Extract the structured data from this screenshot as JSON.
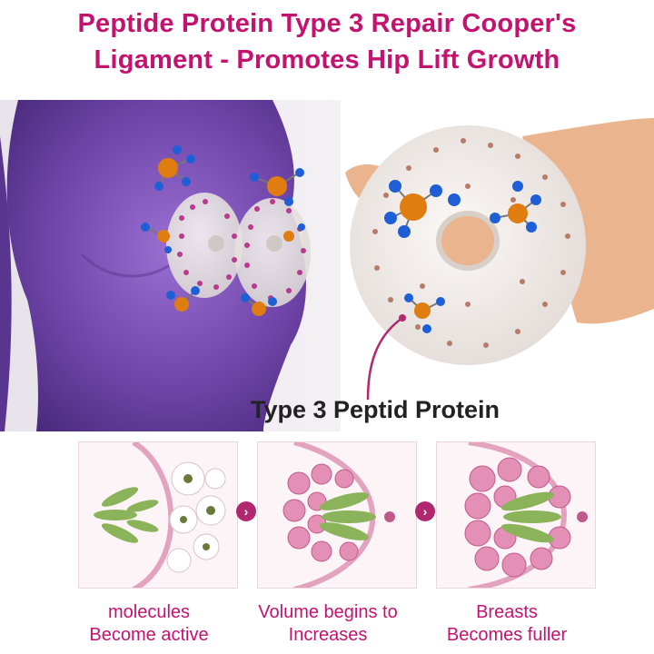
{
  "title": {
    "line1": "Peptide Protein Type 3 Repair Cooper's",
    "line2": "Ligament - Promotes Hip Lift Growth"
  },
  "callout": "Type 3 Peptid Protein",
  "steps": [
    {
      "line1": "molecules",
      "line2": "Become active"
    },
    {
      "line1": "Volume begins to",
      "line2": "Increases"
    },
    {
      "line1": "Breasts",
      "line2": "Becomes fuller"
    }
  ],
  "colors": {
    "title": "#c4126f",
    "accent": "#b0286f",
    "body_purple": "#7a4fb0",
    "molecule_orange": "#e07d10",
    "molecule_blue": "#1f5fd6"
  },
  "icons": [
    "chevron-right-icon",
    "chevron-right-icon"
  ]
}
